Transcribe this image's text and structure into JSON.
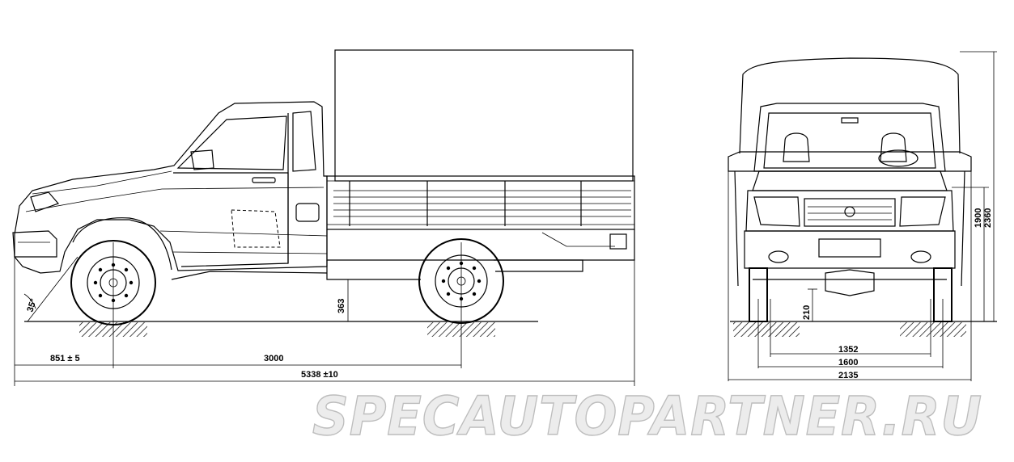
{
  "side_view": {
    "dim_front_overhang": "851 ± 5",
    "dim_wheelbase": "3000",
    "dim_overall_length": "5338 ±10",
    "dim_ground_clearance": "363",
    "dim_approach_angle": "35°"
  },
  "front_view": {
    "dim_track_inner": "1352",
    "dim_track": "1600",
    "dim_overall_width": "2135",
    "dim_height_cab": "1900",
    "dim_height_total": "2360",
    "dim_clearance": "210"
  },
  "watermark": "SPECAUTOPARTNER.RU"
}
